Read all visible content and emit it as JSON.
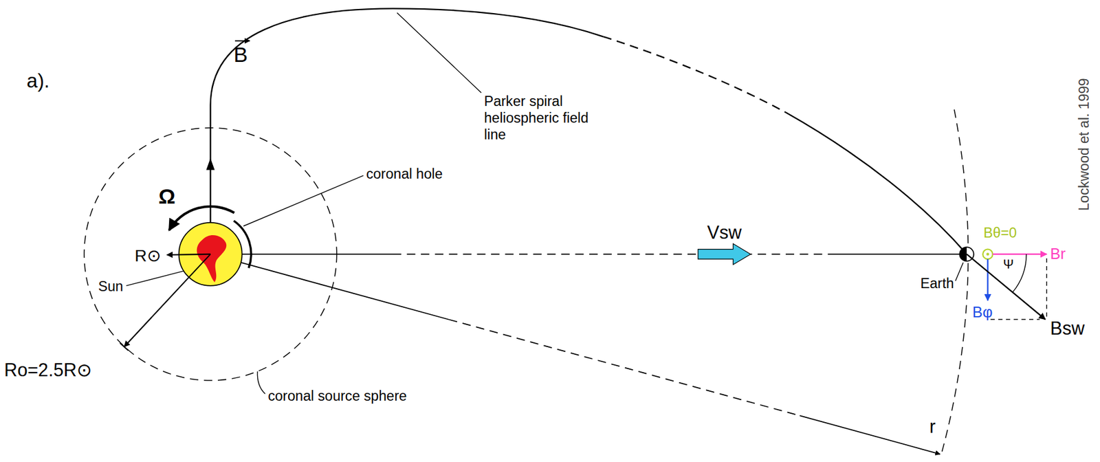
{
  "diagram": {
    "labels": [
      "a).",
      "B",
      "Parker spiral heliospheric field line",
      "coronal hole",
      "Ω",
      "R⊙",
      "Sun",
      "Ro=2.5R⊙",
      "coronal source sphere",
      "Vsw",
      "Earth",
      "Bθ=0",
      "Ψ",
      "Br",
      "Bφ",
      "Bsw",
      "r",
      "Lockwood et al. 1999"
    ]
  }
}
